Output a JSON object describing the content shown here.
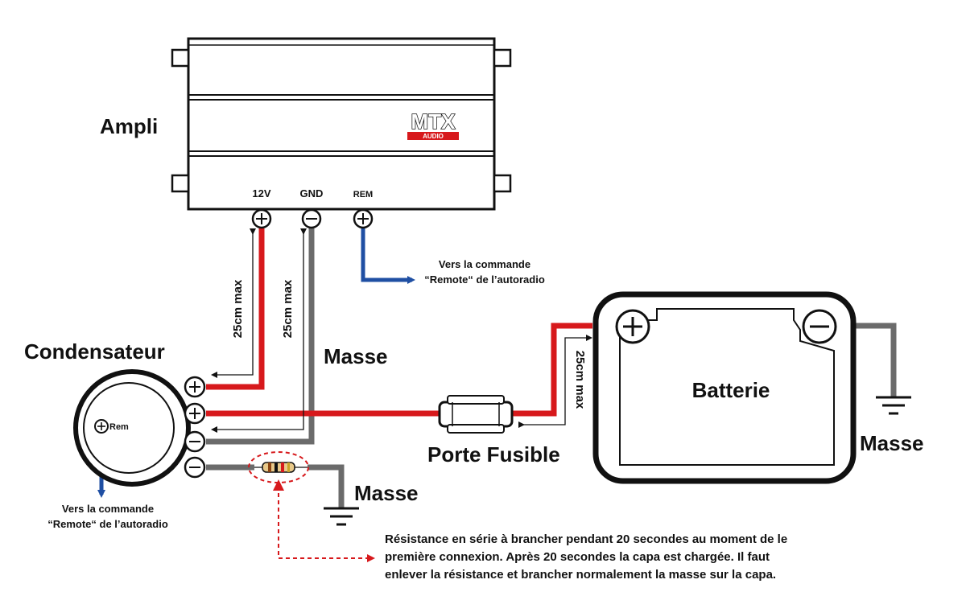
{
  "labels": {
    "ampli": "Ampli",
    "condensateur": "Condensateur",
    "masse_center": "Masse",
    "masse_bottom": "Masse",
    "masse_battery": "Masse",
    "batterie": "Batterie",
    "porte_fusible": "Porte Fusible",
    "terminal_12v": "12V",
    "terminal_gnd": "GND",
    "terminal_rem": "REM",
    "cap_rem": "Rem",
    "remote_amp_line1": "Vers la commande",
    "remote_amp_line2": "“Remote“ de l’autoradio",
    "remote_cap_line1": "Vers la commande",
    "remote_cap_line2": "“Remote“ de l’autoradio",
    "dist_12v": "25cm max",
    "dist_gnd": "25cm max",
    "dist_batt": "25cm max",
    "note_line1": "Résistance en série à brancher pendant 20 secondes au moment de le",
    "note_line2": "première connexion. Après 20 secondes la capa est chargée. Il faut",
    "note_line3": "enlever la résistance et brancher normalement la masse sur la capa.",
    "logo_main": "MTX",
    "logo_sub": "AUDIO",
    "sign_plus": "+",
    "sign_minus": "−"
  },
  "colors": {
    "positive_wire": "#d7191c",
    "ground_wire": "#6b6b6b",
    "remote_wire": "#1f4fa3",
    "note_dash": "#d7191c",
    "outline": "#111111"
  }
}
